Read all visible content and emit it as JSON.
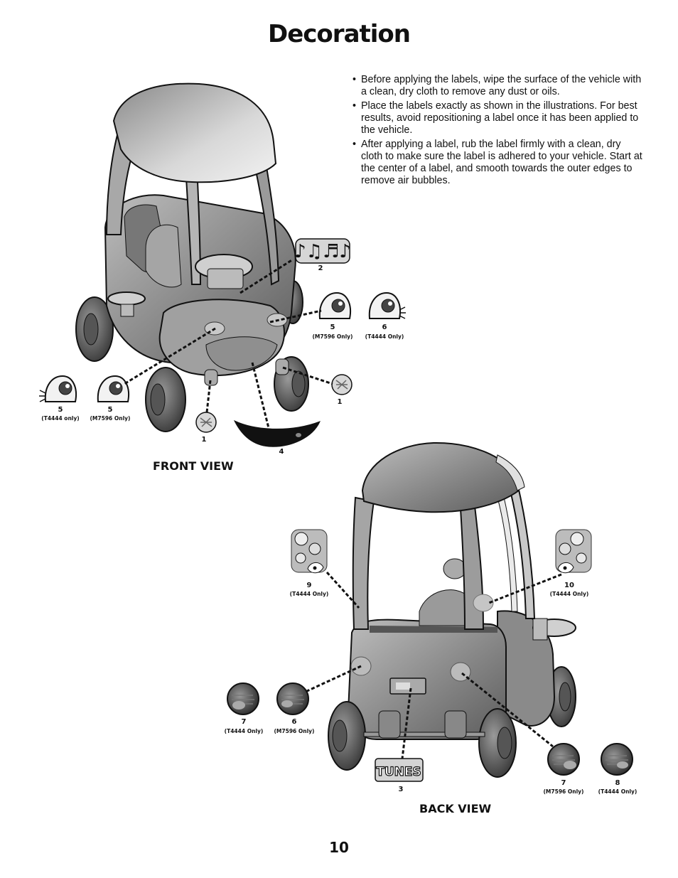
{
  "page": {
    "title": "Decoration",
    "page_number": "10"
  },
  "instructions": [
    "Before applying the labels, wipe the surface of the vehicle with a clean, dry cloth to remove any dust or oils.",
    "Place the labels exactly as shown in the illustrations. For best results, avoid repositioning a label once it has been applied to the vehicle.",
    "After applying a label, rub the label firmly with a clean, dry cloth to make sure the label is adhered to your vehicle. Start at the center of a label, and smooth towards the outer edges to remove air bubbles."
  ],
  "front_view": {
    "label": "FRONT VIEW",
    "callouts": {
      "c2": {
        "number": "2"
      },
      "c5a": {
        "number": "5",
        "note": "(M7596 Only)"
      },
      "c6": {
        "number": "6",
        "note": "(T4444 Only)"
      },
      "c5b": {
        "number": "5",
        "note": "(T4444 only)"
      },
      "c5c": {
        "number": "5",
        "note": "(M7596 Only)"
      },
      "c1a": {
        "number": "1"
      },
      "c1b": {
        "number": "1"
      },
      "c4": {
        "number": "4"
      }
    }
  },
  "back_view": {
    "label": "BACK VIEW",
    "callouts": {
      "c9": {
        "number": "9",
        "note": "(T4444 Only)"
      },
      "c10": {
        "number": "10",
        "note": "(T4444 Only)"
      },
      "c7a": {
        "number": "7",
        "note": "(T4444 Only)"
      },
      "c6": {
        "number": "6",
        "note": "(M7596 Only)"
      },
      "c3": {
        "number": "3",
        "sticker_text": "TUNES"
      },
      "c7b": {
        "number": "7",
        "note": "(M7596 Only)"
      },
      "c8": {
        "number": "8",
        "note": "(T4444 Only)"
      }
    }
  }
}
